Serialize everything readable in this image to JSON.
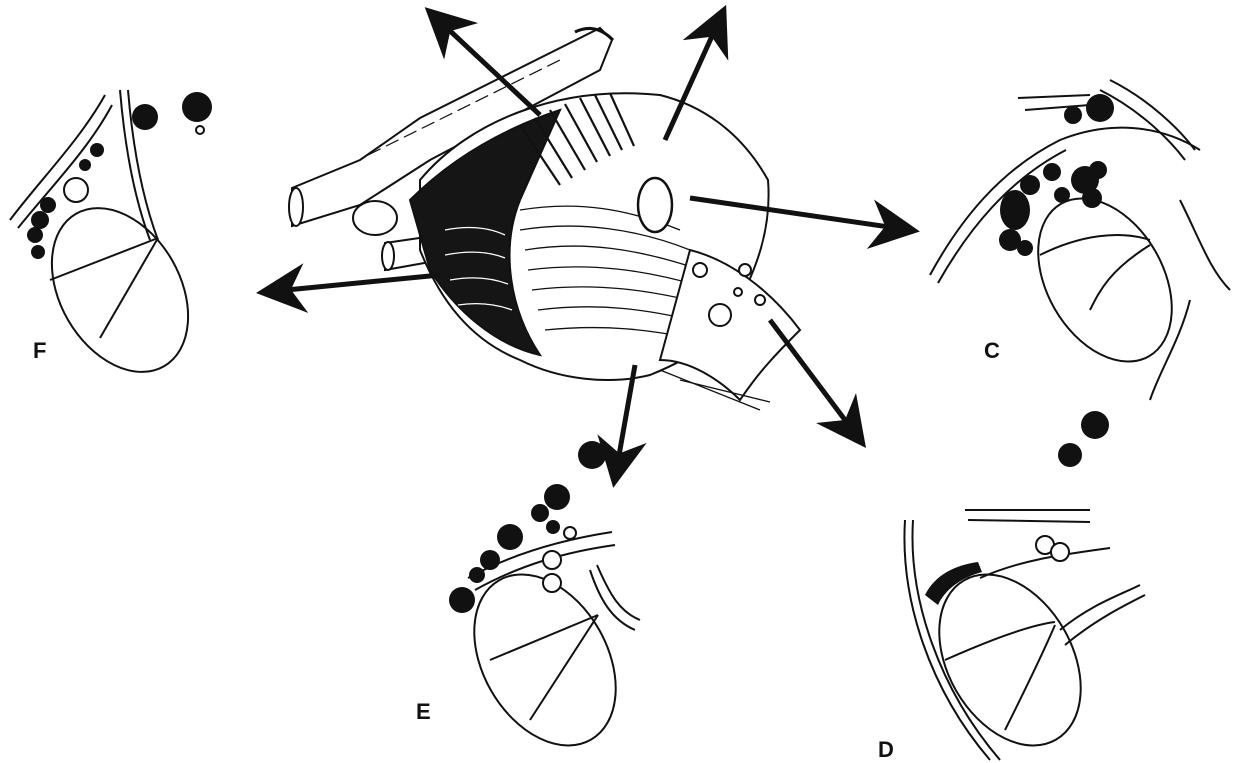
{
  "labels": {
    "f": "F",
    "c": "C",
    "e": "E",
    "d": "D"
  },
  "colors": {
    "ink": "#111111",
    "paper": "#ffffff"
  },
  "icons": {
    "arrows": "arrow-icon",
    "lymph_node_filled": "filled-node-icon",
    "lymph_node_open": "open-node-icon"
  }
}
